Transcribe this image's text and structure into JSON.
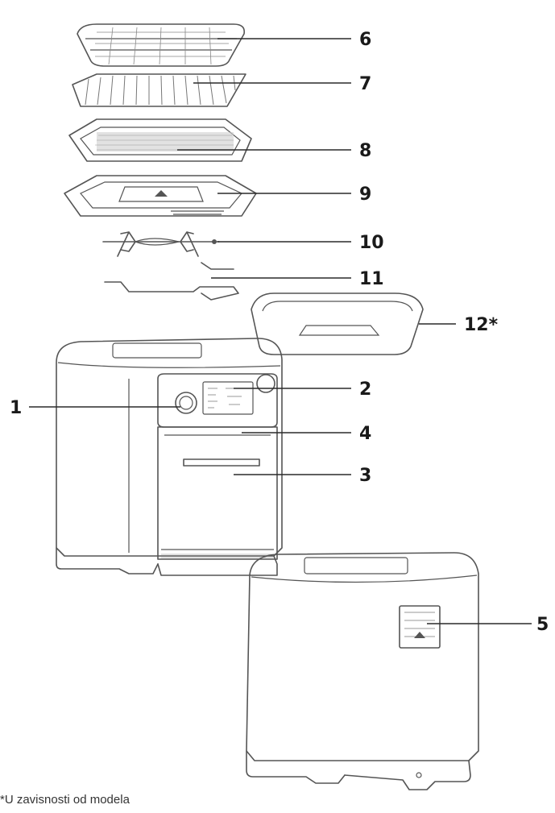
{
  "callouts": [
    {
      "id": "1",
      "label": "1"
    },
    {
      "id": "2",
      "label": "2"
    },
    {
      "id": "3",
      "label": "3"
    },
    {
      "id": "4",
      "label": "4"
    },
    {
      "id": "5",
      "label": "5"
    },
    {
      "id": "6",
      "label": "6"
    },
    {
      "id": "7",
      "label": "7"
    },
    {
      "id": "8",
      "label": "8"
    },
    {
      "id": "9",
      "label": "9"
    },
    {
      "id": "10",
      "label": "10"
    },
    {
      "id": "11",
      "label": "11"
    },
    {
      "id": "12",
      "label": "12*"
    }
  ],
  "footnote": "*U zavisnosti od modela",
  "colors": {
    "line": "#555555",
    "label": "#1a1a1a",
    "background": "#ffffff"
  }
}
